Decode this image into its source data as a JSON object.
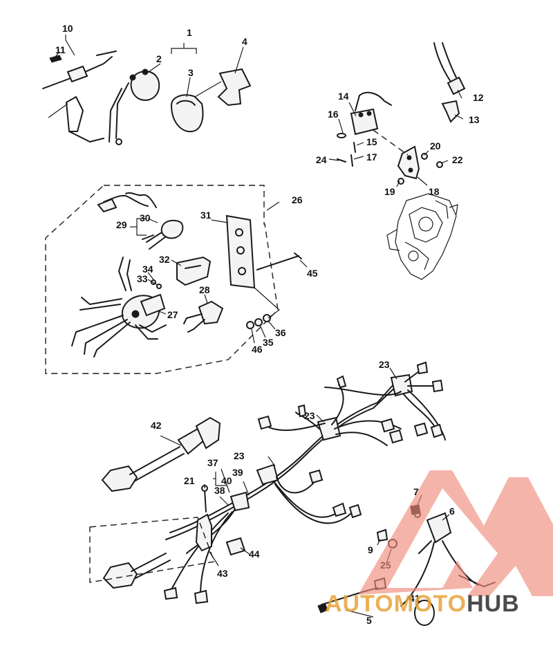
{
  "callouts": [
    {
      "id": "c1",
      "text": "1"
    },
    {
      "id": "c2",
      "text": "2"
    },
    {
      "id": "c3",
      "text": "3"
    },
    {
      "id": "c4",
      "text": "4"
    },
    {
      "id": "c5",
      "text": "5"
    },
    {
      "id": "c6",
      "text": "6"
    },
    {
      "id": "c7",
      "text": "7"
    },
    {
      "id": "c9",
      "text": "9"
    },
    {
      "id": "c10",
      "text": "10"
    },
    {
      "id": "c11",
      "text": "11"
    },
    {
      "id": "c12",
      "text": "12"
    },
    {
      "id": "c13",
      "text": "13"
    },
    {
      "id": "c14",
      "text": "14"
    },
    {
      "id": "c15",
      "text": "15"
    },
    {
      "id": "c16",
      "text": "16"
    },
    {
      "id": "c17",
      "text": "17"
    },
    {
      "id": "c19",
      "text": "19"
    },
    {
      "id": "c18",
      "text": "18"
    },
    {
      "id": "c20",
      "text": "20"
    },
    {
      "id": "c22",
      "text": "22"
    },
    {
      "id": "c24",
      "text": "24"
    },
    {
      "id": "c26",
      "text": "26"
    },
    {
      "id": "c29",
      "text": "29"
    },
    {
      "id": "c30",
      "text": "30"
    },
    {
      "id": "c31",
      "text": "31"
    },
    {
      "id": "c32",
      "text": "32"
    },
    {
      "id": "c34",
      "text": "34"
    },
    {
      "id": "c33",
      "text": "33"
    },
    {
      "id": "c27",
      "text": "27"
    },
    {
      "id": "c28",
      "text": "28"
    },
    {
      "id": "c45",
      "text": "45"
    },
    {
      "id": "c36",
      "text": "36"
    },
    {
      "id": "c35",
      "text": "35"
    },
    {
      "id": "c46",
      "text": "46"
    },
    {
      "id": "c23a",
      "text": "23"
    },
    {
      "id": "c23b",
      "text": "23"
    },
    {
      "id": "c23c",
      "text": "23"
    },
    {
      "id": "c42",
      "text": "42"
    },
    {
      "id": "c37",
      "text": "37"
    },
    {
      "id": "c39",
      "text": "39"
    },
    {
      "id": "c40",
      "text": "40"
    },
    {
      "id": "c38",
      "text": "38"
    },
    {
      "id": "c21",
      "text": "21"
    },
    {
      "id": "c43",
      "text": "43"
    },
    {
      "id": "c44",
      "text": "44"
    },
    {
      "id": "c25",
      "text": "25"
    },
    {
      "id": "c41",
      "text": "41"
    }
  ],
  "watermark": {
    "part1": "AUTOMOTO",
    "part2": "HUB",
    "color_primary": "#f08a7a",
    "color_secondary": "#e8a33a",
    "color_tertiary": "#2b2b2b"
  }
}
